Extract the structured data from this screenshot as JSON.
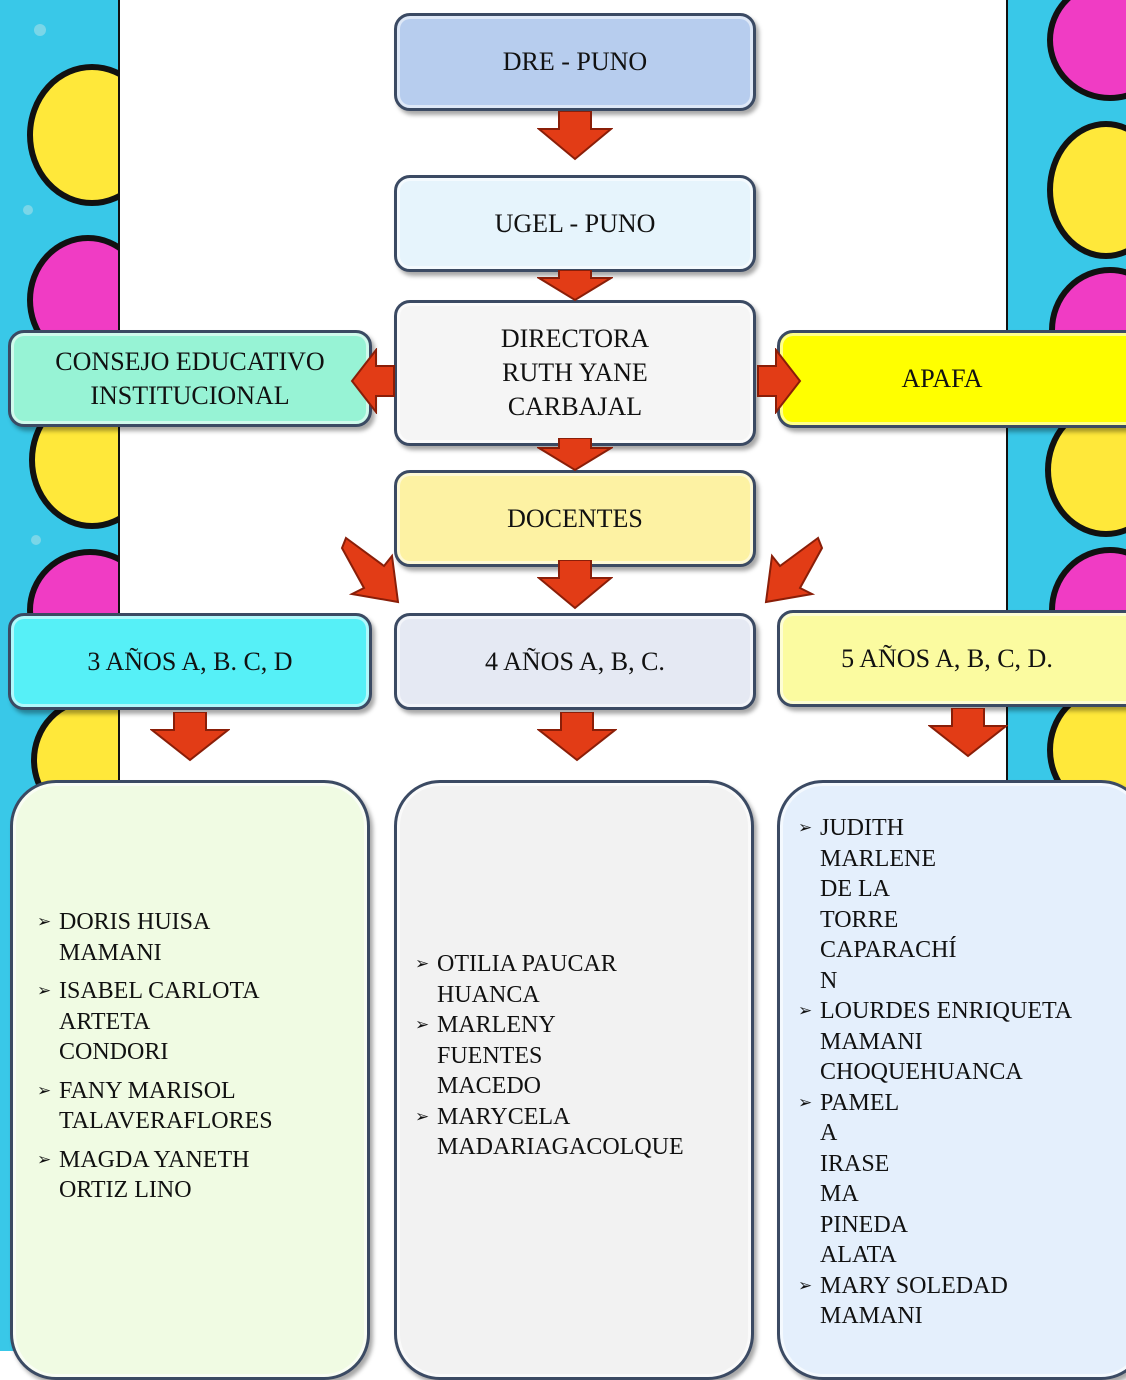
{
  "colors": {
    "dre": "#b7cdee",
    "ugel": "#e6f4fc",
    "directora": "#f5f5f5",
    "consejo": "#97f3d5",
    "apafa": "#ffff00",
    "docentes": "#fdf2a3",
    "tres": "#56f0f7",
    "cuatro": "#e5e9f3",
    "cinco": "#fbfba0",
    "card_tres": "#f0fbe3",
    "card_cuatro": "#f2f2f2",
    "card_cinco": "#e4effc",
    "arrow": "#e23c16"
  },
  "nodes": {
    "dre": "DRE - PUNO",
    "ugel": "UGEL - PUNO",
    "directora": [
      "DIRECTORA",
      "RUTH YANE",
      "CARBAJAL"
    ],
    "consejo": [
      "CONSEJO EDUCATIVO",
      "INSTITUCIONAL"
    ],
    "apafa": "APAFA",
    "docentes": "DOCENTES",
    "tres": "3 AÑOS A, B. C, D",
    "cuatro": "4 AÑOS A, B, C.",
    "cinco": "5 AÑOS A, B, C, D."
  },
  "lists": {
    "tres": [
      [
        "DORIS HUISA",
        "MAMANI"
      ],
      [
        "ISABEL CARLOTA",
        "ARTETA",
        "CONDORI"
      ],
      [
        "FANY MARISOL",
        "TALAVERAFLORES"
      ],
      [
        "MAGDA YANETH",
        "ORTIZ LINO"
      ]
    ],
    "cuatro": [
      [
        "OTILIA PAUCAR",
        "HUANCA"
      ],
      [
        "MARLENY",
        "FUENTES",
        "MACEDO"
      ],
      [
        "MARYCELA",
        "MADARIAGACOLQUE"
      ]
    ],
    "cinco": [
      [
        "JUDITH",
        "MARLENE",
        "DE LA",
        "TORRE",
        "CAPARACHÍ",
        "N"
      ],
      [
        "LOURDES ENRIQUETA",
        "MAMANI",
        "CHOQUEHUANCA"
      ],
      [
        "PAMEL",
        "A",
        "IRASE",
        "MA",
        "PINEDA",
        "ALATA"
      ],
      [
        "MARY SOLEDAD",
        "MAMANI"
      ]
    ]
  }
}
